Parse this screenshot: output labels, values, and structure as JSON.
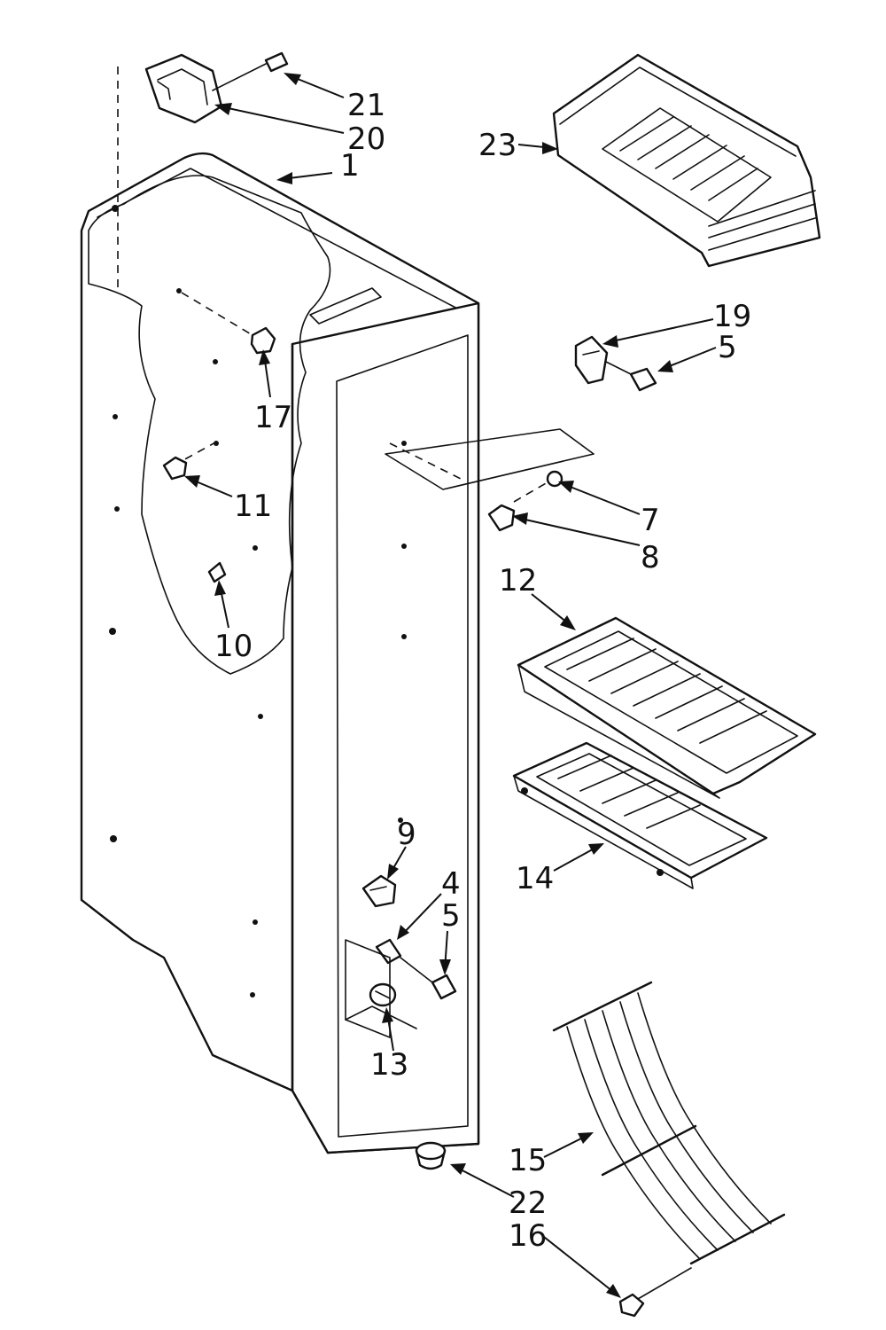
{
  "diagram": {
    "type": "exploded-parts-diagram",
    "callouts": [
      {
        "id": "c1",
        "label": "1"
      },
      {
        "id": "c4",
        "label": "4"
      },
      {
        "id": "c5a",
        "label": "5"
      },
      {
        "id": "c5b",
        "label": "5"
      },
      {
        "id": "c7",
        "label": "7"
      },
      {
        "id": "c8",
        "label": "8"
      },
      {
        "id": "c9",
        "label": "9"
      },
      {
        "id": "c10",
        "label": "10"
      },
      {
        "id": "c11",
        "label": "11"
      },
      {
        "id": "c12",
        "label": "12"
      },
      {
        "id": "c13",
        "label": "13"
      },
      {
        "id": "c14",
        "label": "14"
      },
      {
        "id": "c15",
        "label": "15"
      },
      {
        "id": "c16",
        "label": "16"
      },
      {
        "id": "c17",
        "label": "17"
      },
      {
        "id": "c19",
        "label": "19"
      },
      {
        "id": "c20",
        "label": "20"
      },
      {
        "id": "c21",
        "label": "21"
      },
      {
        "id": "c22",
        "label": "22"
      },
      {
        "id": "c23",
        "label": "23"
      }
    ]
  }
}
